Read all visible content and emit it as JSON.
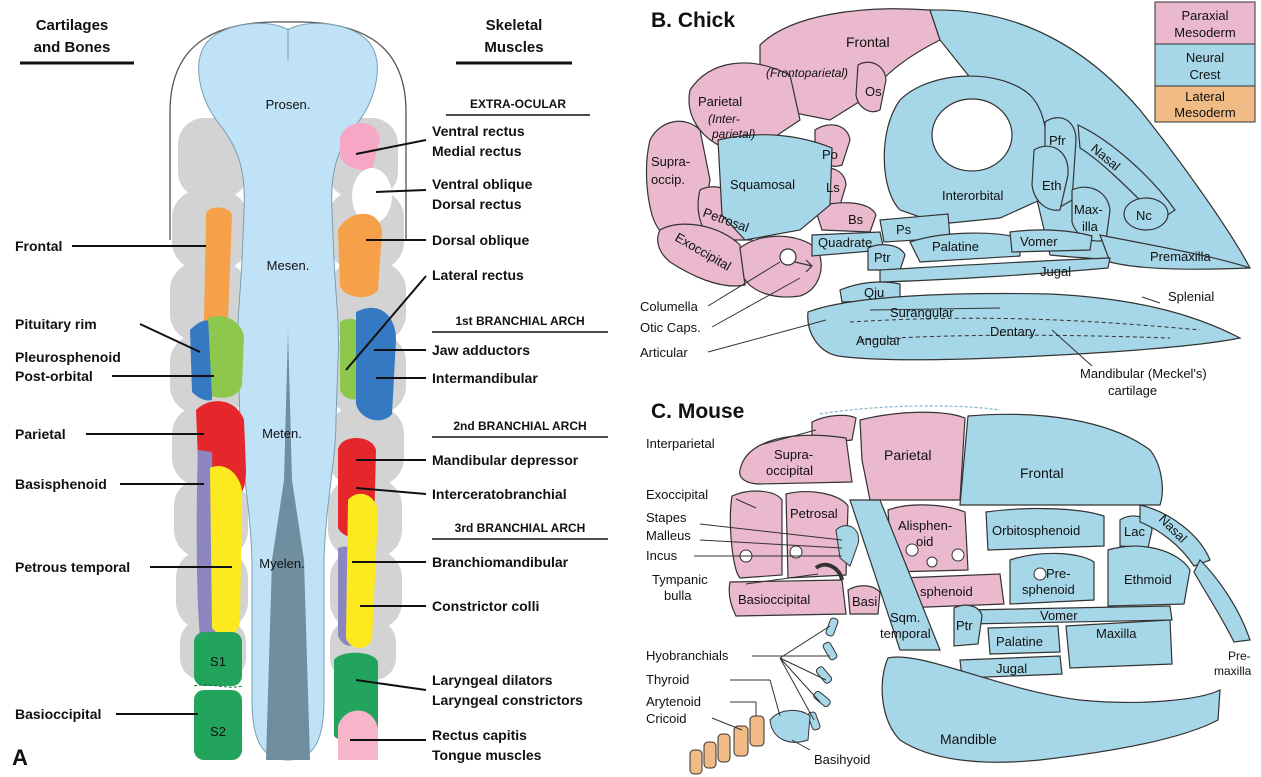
{
  "legend": {
    "paraxial": "Paraxial Mesoderm",
    "neural": "Neural Crest",
    "lateral": "Lateral Mesoderm"
  },
  "colors": {
    "paraxial": "#eab9cd",
    "neural": "#a6d7e8",
    "lateral": "#f0bb85",
    "neuralTube": "#bfe2f6",
    "gray": "#d3d3d3",
    "pink": "#f6a7c6",
    "orange": "#f6a14a",
    "green": "#8dc74b",
    "blue": "#3579c2",
    "red": "#e5262b",
    "yellow": "#fde91f",
    "purple": "#8c86c0",
    "darkGreen": "#22a45c",
    "lightPink": "#f7b5c9"
  },
  "panelA": {
    "letter": "A",
    "leftHeader": [
      "Cartilages",
      "and Bones"
    ],
    "rightHeader": [
      "Skeletal",
      "Muscles"
    ],
    "regions": {
      "prosen": "Prosen.",
      "mesen": "Mesen.",
      "meten": "Meten.",
      "myelen": "Myelen.",
      "s1": "S1",
      "s2": "S2"
    },
    "leftLabels": {
      "frontal": "Frontal",
      "pituitary": "Pituitary rim",
      "pleuro": "Pleurosphenoid",
      "postorb": "Post-orbital",
      "parietal": "Parietal",
      "basisph": "Basisphenoid",
      "petrous": "Petrous temporal",
      "basiocc": "Basioccipital"
    },
    "sections": {
      "extraocular": "EXTRA-OCULAR",
      "arch1": "1st BRANCHIAL ARCH",
      "arch2": "2nd BRANCHIAL ARCH",
      "arch3": "3rd BRANCHIAL ARCH"
    },
    "rightLabels": {
      "vrectus": "Ventral rectus",
      "mrectus": "Medial rectus",
      "voblique": "Ventral oblique",
      "drectus": "Dorsal rectus",
      "doblique": "Dorsal oblique",
      "lrectus": "Lateral rectus",
      "jaw": "Jaw adductors",
      "intermand": "Intermandibular",
      "manddep": "Mandibular depressor",
      "intercer": "Interceratobranchial",
      "branchio": "Branchiomandibular",
      "constrictor": "Constrictor colli",
      "larydil": "Laryngeal dilators",
      "larycon": "Laryngeal constrictors",
      "rectuscap": "Rectus capitis",
      "tongue": "Tongue muscles"
    }
  },
  "panelB": {
    "title": "B. Chick",
    "labels": {
      "frontal": "Frontal",
      "frontoparietal": "(Frontoparietal)",
      "os": "Os",
      "parietal": "Parietal",
      "interparietal1": "(Inter-",
      "interparietal2": "parietal)",
      "po": "Po",
      "supra1": "Supra-",
      "supra2": "occip.",
      "squamosal": "Squamosal",
      "ls": "Ls",
      "petrosal": "Petrosal",
      "bs": "Bs",
      "exoccipital": "Exoccipital",
      "interorbital": "Interorbital",
      "pfr": "Pfr",
      "eth": "Eth",
      "nasal": "Nasal",
      "maxilla1": "Max-",
      "maxilla2": "illa",
      "nc": "Nc",
      "quadrate": "Quadrate",
      "ps": "Ps",
      "ptr": "Ptr",
      "palatine": "Palatine",
      "vomer": "Vomer",
      "jugal": "Jugal",
      "premaxilla": "Premaxilla",
      "qju": "Qju",
      "surangular": "Surangular",
      "splenial": "Splenial",
      "angular": "Angular",
      "dentary": "Dentary",
      "meckel1": "Mandibular (Meckel's)",
      "meckel2": "cartilage",
      "columella": "Columella",
      "otic": "Otic Caps.",
      "articular": "Articular"
    }
  },
  "panelC": {
    "title": "C. Mouse",
    "labels": {
      "interparietal": "Interparietal",
      "supra1": "Supra-",
      "supra2": "occipital",
      "parietal": "Parietal",
      "frontal": "Frontal",
      "exoccipital": "Exoccipital",
      "stapes": "Stapes",
      "malleus": "Malleus",
      "incus": "Incus",
      "tympanic1": "Tympanic",
      "tympanic2": "bulla",
      "petrosal": "Petrosal",
      "alisph1": "Alisphen-",
      "alisph2": "oid",
      "orbitosph": "Orbitosphenoid",
      "lac": "Lac",
      "nasal": "Nasal",
      "basiocc": "Basioccipital",
      "basi": "Basi",
      "sphenoid": "sphenoid",
      "presph1": "Pre-",
      "presph2": "sphenoid",
      "ethmoid": "Ethmoid",
      "vomer": "Vomer",
      "sqm1": "Sqm.",
      "sqm2": "temporal",
      "ptr": "Ptr",
      "palatine": "Palatine",
      "maxilla": "Maxilla",
      "premax1": "Pre-",
      "premax2": "maxilla",
      "jugal": "Jugal",
      "hyobranchials": "Hyobranchials",
      "thyroid": "Thyroid",
      "arytenoid": "Arytenoid",
      "cricoid": "Cricoid",
      "basihyoid": "Basihyoid",
      "mandible": "Mandible"
    }
  }
}
